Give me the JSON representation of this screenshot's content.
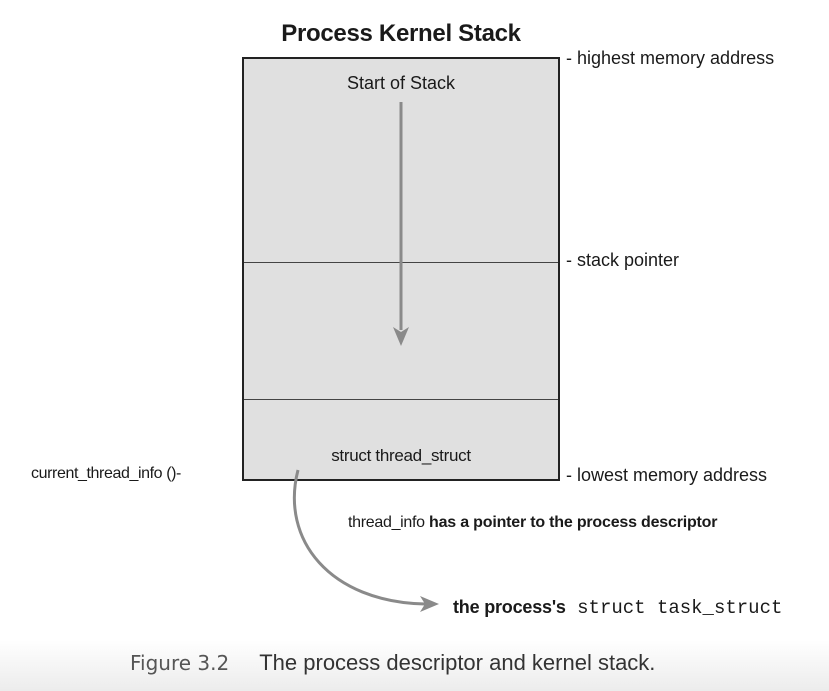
{
  "title": "Process Kernel Stack",
  "stack": {
    "start_label": "Start of Stack",
    "thread_struct_label": "struct thread_struct"
  },
  "markers": {
    "highest": "- highest memory address",
    "stack_pointer": "- stack pointer",
    "lowest": "- lowest memory address"
  },
  "left_label": "current_thread_info ()-",
  "note": {
    "prefix": "thread_info",
    "rest": " has a pointer to the process descriptor"
  },
  "target": {
    "bold": "the process's",
    "mono": " struct task_struct"
  },
  "caption": {
    "figure": "Figure 3.2",
    "text": "The process descriptor and kernel stack."
  },
  "colors": {
    "box_fill": "#e0e0e0",
    "arrow": "#8a8a8a"
  }
}
